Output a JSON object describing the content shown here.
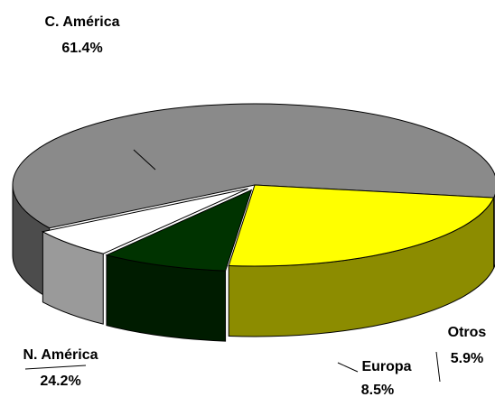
{
  "chart_data": {
    "type": "pie",
    "style": "3d-exploded",
    "slices": [
      {
        "label": "C. América",
        "value": 61.4,
        "value_label": "61.4%",
        "color": "#8a8a8a"
      },
      {
        "label": "N. América",
        "value": 24.2,
        "value_label": "24.2%",
        "color": "#ffff00"
      },
      {
        "label": "Europa",
        "value": 8.5,
        "value_label": "8.5%",
        "color": "#003300"
      },
      {
        "label": "Otros",
        "value": 5.9,
        "value_label": "5.9%",
        "color": "#ffffff"
      }
    ],
    "legend": "none",
    "title": ""
  }
}
